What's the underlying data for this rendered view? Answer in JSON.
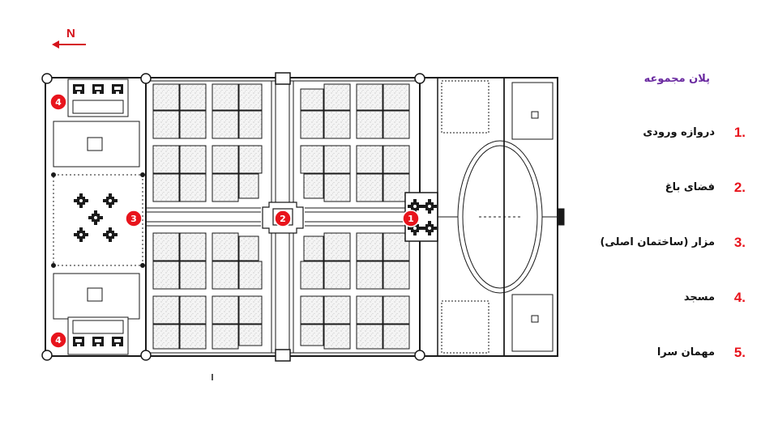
{
  "north": {
    "label": "N"
  },
  "markers": [
    "1",
    "2",
    "3",
    "4",
    "4"
  ],
  "legend": {
    "title": "پلان مجموعه",
    "items": [
      {
        "num": "1.",
        "text": "دروازه ورودی"
      },
      {
        "num": "2.",
        "text": "فضای باغ"
      },
      {
        "num": "3.",
        "text": "مزار (ساختمان اصلی)"
      },
      {
        "num": "4.",
        "text": "مسجد"
      },
      {
        "num": "5.",
        "text": "مهمان سرا"
      }
    ]
  },
  "colors": {
    "marker": "#e8141c",
    "legend_title": "#6a2aa0",
    "legend_number": "#e8141c",
    "plan_line": "#1a1a1a"
  }
}
